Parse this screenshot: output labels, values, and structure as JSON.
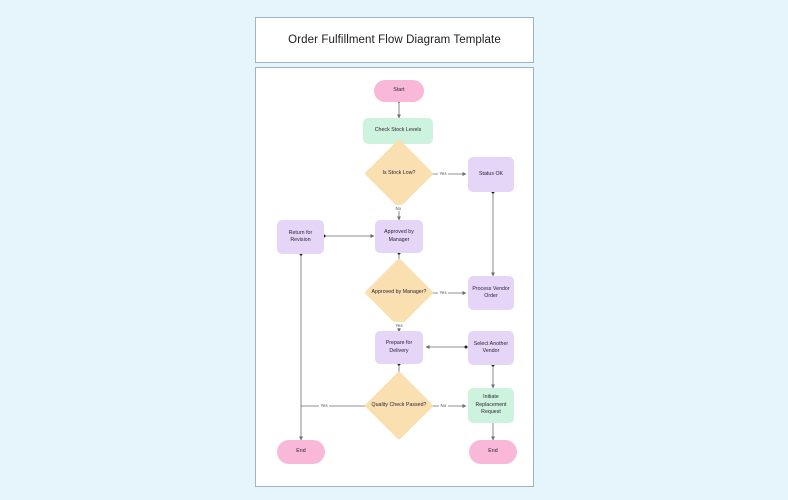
{
  "window": {
    "background_color": "#e6f4fb"
  },
  "header": {
    "title": "Order Fulfillment Flow Diagram Template"
  },
  "canvas": {
    "background_color": "#ffffff",
    "border_color": "#9eb3c0"
  },
  "palette": {
    "terminal_pink": "#f9b8d8",
    "process_green": "#cdf3de",
    "process_purple": "#e5d5f7",
    "decision_yellow": "#fae0b0",
    "edge_stroke": "#6b6b73",
    "text": "#272030"
  },
  "flowchart": {
    "type": "flowchart",
    "nodes": [
      {
        "id": "start",
        "label": "Start",
        "shape": "terminal",
        "color": "#f9b8d8"
      },
      {
        "id": "check_stock",
        "label": "Check Stock Levels",
        "shape": "process",
        "color": "#cdf3de"
      },
      {
        "id": "is_stock_low",
        "label": "Is Stock Low?",
        "shape": "decision",
        "color": "#fae0b0"
      },
      {
        "id": "status_ok",
        "label": "Status OK",
        "shape": "process",
        "color": "#e5d5f7"
      },
      {
        "id": "return_rev",
        "label": "Return for Revision",
        "shape": "process",
        "color": "#e5d5f7"
      },
      {
        "id": "approved_mgr",
        "label": "Approved by Manager",
        "shape": "process",
        "color": "#e5d5f7"
      },
      {
        "id": "approved_q",
        "label": "Approved by Manager?",
        "shape": "decision",
        "color": "#fae0b0"
      },
      {
        "id": "vendor_order",
        "label": "Process Vendor Order",
        "shape": "process",
        "color": "#e5d5f7"
      },
      {
        "id": "prepare_del",
        "label": "Prepare for Delivery",
        "shape": "process",
        "color": "#e5d5f7"
      },
      {
        "id": "select_vendor",
        "label": "Select Another Vendor",
        "shape": "process",
        "color": "#e5d5f7"
      },
      {
        "id": "quality_q",
        "label": "Quality Check Passed?",
        "shape": "decision",
        "color": "#fae0b0"
      },
      {
        "id": "replacement",
        "label": "Initiate Replacement Request",
        "shape": "process",
        "color": "#cdf3de"
      },
      {
        "id": "end_left",
        "label": "End",
        "shape": "terminal",
        "color": "#f9b8d8"
      },
      {
        "id": "end_right",
        "label": "End",
        "shape": "terminal",
        "color": "#f9b8d8"
      }
    ],
    "edges": [
      {
        "id": "e1",
        "from": "start",
        "to": "check_stock",
        "label": ""
      },
      {
        "id": "e2",
        "from": "check_stock",
        "to": "is_stock_low",
        "label": ""
      },
      {
        "id": "e3",
        "from": "is_stock_low",
        "to": "status_ok",
        "label": "Yes"
      },
      {
        "id": "e4",
        "from": "is_stock_low",
        "to": "approved_mgr",
        "label": "No"
      },
      {
        "id": "e5",
        "from": "return_rev",
        "to": "approved_mgr",
        "label": ""
      },
      {
        "id": "e6",
        "from": "approved_mgr",
        "to": "approved_q",
        "label": ""
      },
      {
        "id": "e7",
        "from": "approved_q",
        "to": "vendor_order",
        "label": "Yes"
      },
      {
        "id": "e8",
        "from": "approved_q",
        "to": "prepare_del",
        "label": "Yes"
      },
      {
        "id": "e9",
        "from": "status_ok",
        "to": "vendor_order",
        "label": ""
      },
      {
        "id": "e10",
        "from": "select_vendor",
        "to": "prepare_del",
        "label": ""
      },
      {
        "id": "e11",
        "from": "prepare_del",
        "to": "quality_q",
        "label": ""
      },
      {
        "id": "e12",
        "from": "quality_q",
        "to": "replacement",
        "label": "No"
      },
      {
        "id": "e13",
        "from": "quality_q",
        "to": "end_left",
        "label": "Yes"
      },
      {
        "id": "e14",
        "from": "replacement",
        "to": "end_right",
        "label": ""
      },
      {
        "id": "e15",
        "from": "return_rev",
        "to": "end_left",
        "label": ""
      },
      {
        "id": "e16",
        "from": "select_vendor",
        "to": "replacement",
        "label": ""
      }
    ],
    "edge_labels": {
      "stock_low_yes": "Yes",
      "stock_low_no": "No",
      "approved_yes_right": "Yes",
      "approved_yes_down": "Yes",
      "quality_no": "No",
      "quality_yes": "Yes"
    }
  }
}
